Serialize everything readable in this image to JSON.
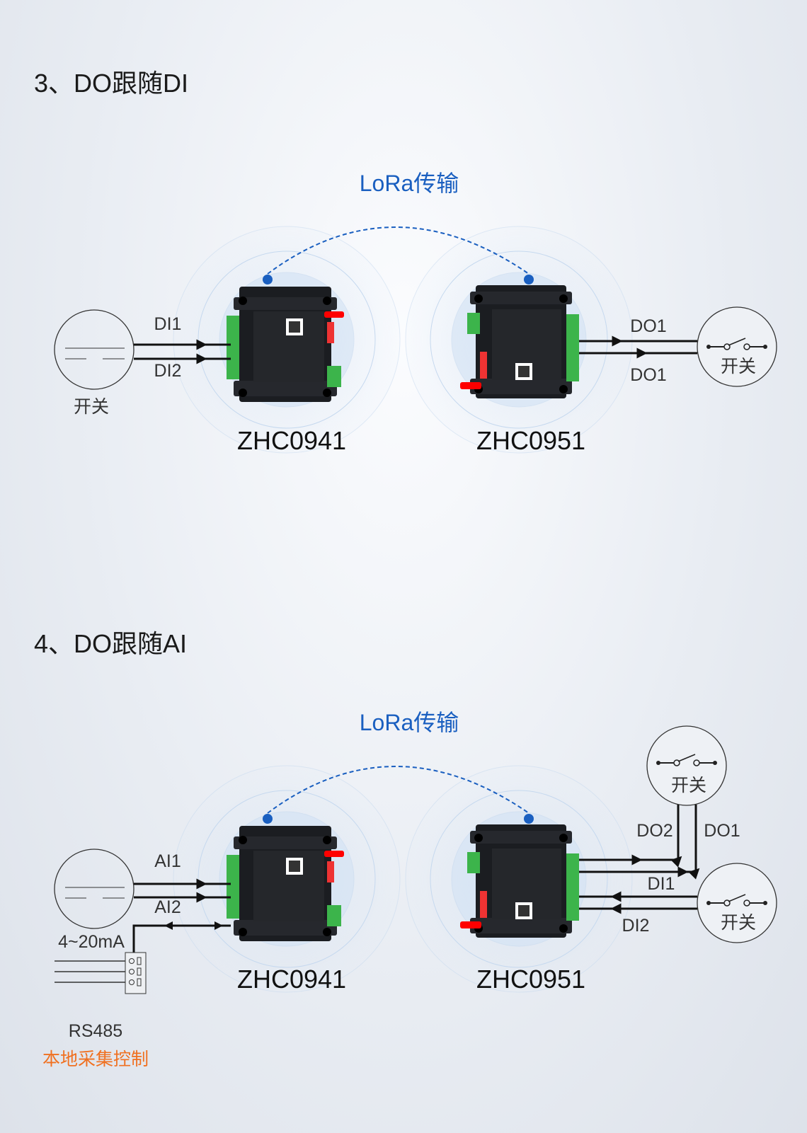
{
  "sections": [
    {
      "title": "3、DO跟随DI",
      "link_label": "LoRa传输",
      "left_device": "ZHC0941",
      "right_device": "ZHC0951",
      "left_inputs": [
        "DI1",
        "DI2"
      ],
      "left_switch_label": "开关",
      "right_outputs": [
        "DO1",
        "DO1"
      ],
      "right_switch_label": "开关"
    },
    {
      "title": "4、DO跟随AI",
      "link_label": "LoRa传输",
      "left_device": "ZHC0941",
      "right_device": "ZHC0951",
      "left_inputs": [
        "AI1",
        "AI2"
      ],
      "current_label": "4~20mA",
      "rs485_label": "RS485",
      "local_label": "本地采集控制",
      "right_outputs": [
        "DO2",
        "DO1"
      ],
      "right_inputs": [
        "DI1",
        "DI2"
      ],
      "top_switch_label": "开关",
      "right_switch_label": "开关"
    }
  ],
  "colors": {
    "accent": "#1a5fc0",
    "orange": "#f07020"
  }
}
